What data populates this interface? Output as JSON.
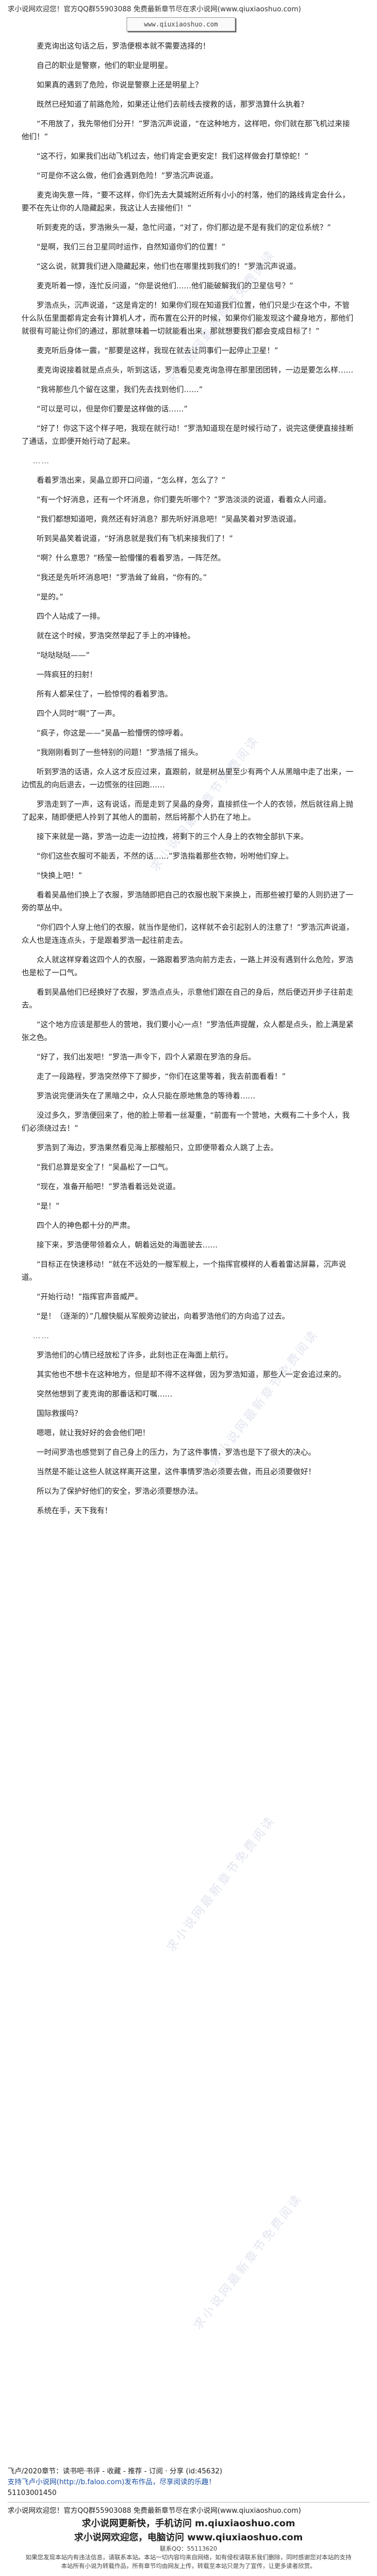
{
  "header": {
    "notice": "求小说网欢迎您！官方QQ群55903088 免费最新章节尽在求小说网(www.qiuxiaoshuo.com)",
    "banner_text": "www.qiuxiaoshuo.com"
  },
  "watermark": {
    "text": "求小说网最新章节免费阅读"
  },
  "paragraphs": [
    "麦克询出这句话之后，罗浩便根本就不需要选择的！",
    "自己的职业是警察，他们的职业是明星。",
    "如果真的遇到了危险，你说是警察上还是明星上？",
    "既然已经知道了前路危险，如果还让他们去前线去搜救的话，那罗浩算什么执着？",
    "“不用放了，我先带他们分开！”罗浩沉声说道，“在这种地方，这样吧，你们就在那飞机过来接他们！”",
    "“这不行，如果我们出动飞机过去，他们肯定会更安定！我们这样做会打草惊蛇！”",
    "“可是你不这么做，他们会遇到危险！”罗浩沉声说道。",
    "麦克询失意一阵，“要不这样，你们先去大莫城附近所有小小的村落，他们的路线肯定会什么，要不在先让你的人隐藏起来，我这让人去接他们！”",
    "听到麦克的话，罗浩揪头一凝，急忙问道，“对了，你们那边是不是有我们的定位系统？”",
    "“是啊，我们三台卫星同时运作，自然知道你们的位置！”",
    "“这么说，就算我们进入隐藏起来，他们也在哪里找到我们的！”罗浩沉声说道。",
    "麦克听着一惊，连忙反问道，“你是说他们……他们能破解我们的卫星信号？”",
    "罗浩点头，沉声说道，“这是肯定的！如果你们现在知道我们位置，他们只是少在这个中，不管什么队伍里面都肯定会有计算机人才，而布置在公开的时候，如果你们能发现这个藏身地方，那他们就很有可能让你们的通过，那就意味着一切就能看出来，那就想要我们都会变成目标了！”",
    "麦克听后身体一震，“那要是这样，我现在就去让同事们一起停止卫星！”",
    "麦克询说接着就是点点头，听到这话，罗浩看见麦克询急得在那里团团转，一边是要怎么样……",
    "“我将那些几个留在这里，我们先去找到他们……”",
    "“可以是可以，但是你们要是这样做的话……”",
    "“好了！你这下这个样子吧，我现在就行动！”罗浩知道现在是时候行动了，说完这便便直接挂断了通话，立即便开始行动了起来。",
    "……",
    "看着罗浩出来，吴晶立即开口问道，“怎么样，怎么了？”",
    "“有一个好消息，还有一个坏消息，你们要先听哪个？”罗浩淡淡的说道，看着众人问道。",
    "“我们都想知道吧，竟然还有好消息？那先听好消息吧！”吴晶笑着对罗浩说道。",
    "听到吴晶笑着说道，“好消息就是我们有飞机来接我们了！”",
    "“啊？什么意思？”杨莹一脸懵懂的看着罗浩，一阵茫然。",
    "“我还是先听坏消息吧！”罗浩耸了耸肩，“你有的。”",
    "“是的。”",
    "四个人站成了一排。",
    "就在这个时候，罗浩突然举起了手上的冲锋枪。",
    "“哒哒哒哒——”",
    "一阵疯狂的扫射！",
    "所有人都呆住了，一脸惊愕的看着罗浩。",
    "四个人同时“啊”了一声。",
    "“疯子，你这是——”吴晶一脸懵愣的惊呼着。",
    "“我刚刚看到了一些特别的问题！”罗浩摇了摇头。",
    "听到罗浩的话语，众人这才反应过来，直跟前，就是树丛里至少有两个人从黑暗中走了出来，一边慌乱的向后退去，一边慌张的往回跑……",
    "罗浩走到了一声，这有说话，而是走到了吴晶的身旁，直接抓住一个人的衣领，然后就往肩上抛了起来，随即便把人拎到了其他人的面前，然后将那个人扔在了地上。",
    "接下来就是一路，罗浩一边走一边拉拽，将剩下的三个人身上的衣物全部扒下来。",
    "“你们这些衣服可不能丢，不然的话……”罗浩指着那些衣物，吩咐他们穿上。",
    "“快换上吧！”",
    "看着吴晶他们换上了衣服，罗浩随即把自己的衣服也脱下来换上，而那些被打晕的人则扔进了一旁的草丛中。",
    "“你们四个人穿上他们的衣服，就当作是他们，这样就不会引起别人的注意了！”罗浩沉声说道，众人也是连连点头，于是跟着罗浩一起往前走去。",
    "众人就这样穿着这四个人的衣服，一路跟着罗浩向前方走去，一路上并没有遇到什么危险，罗浩也是松了一口气。",
    "看到吴晶他们已经换好了衣服，罗浩点点头，示意他们跟在自己的身后，然后便迈开步子往前走去。",
    "“这个地方应该是那些人的营地，我们要小心一点！”罗浩低声提醒，众人都是点头，脸上满是紧张之色。",
    "“好了，我们出发吧！”罗浩一声令下，四个人紧跟在罗浩的身后。",
    "走了一段路程，罗浩突然停下了脚步，“你们在这里等着，我去前面看看！”",
    "罗浩说完便消失在了黑暗之中，众人只能在原地焦急的等待着……",
    "没过多久，罗浩便回来了，他的脸上带着一丝凝重，“前面有一个营地，大概有二十多个人，我们必须绕过去！”",
    "罗浩到了海边，罗浩果然看见海上那艘船只，立即便带着众人跳了上去。",
    "“我们总算是安全了！”吴晶松了一口气。",
    "“现在，准备开船吧！”罗浩看着远处说道。",
    "“是！”",
    "四个人的神色都十分的严肃。",
    "接下来，罗浩便带领着众人，朝着远处的海面驶去……",
    "“目标正在快速移动！”就在不远处的一艘军舰上，一个指挥官模样的人看着雷达屏幕，沉声说道。",
    "“开始行动！”指挥官声音威严。",
    "“是！（逐渐的）”几艘快艇从军舰旁边驶出，向着罗浩他们的方向追了过去。",
    "……",
    "罗浩他们的心情已经放松了许多，此刻也正在海面上航行。",
    "其实他也不想卡在这种地方，但是却不得不这样做，因为罗浩知道，那些人一定会追过来的。",
    "突然他想到了麦克询的那番话和叮嘱……",
    "国际救援吗？",
    "嗯嗯，就让我好好的会会他们吧！",
    "一时间罗浩也感觉到了自己身上的压力，为了这件事情，罗浩也是下了很大的决心。",
    "当然是不能让这些人就这样离开这里，这件事情罗浩必须要去做，而且必须要做好！",
    "所以为了保护好他们的安全，罗浩必须要想办法。",
    "系统在手，天下我有！"
  ],
  "footer": {
    "related": "飞卢/2020章节：读书吧·书评 - 收藏 - 推荐 - 订阅 · 分享 (id:45632)",
    "support": "支持飞卢小说网(http://b.faloo.com)发布作品，尽享阅读的乐趣！",
    "code": "51103001450",
    "notice2": "求小说网欢迎您！官方QQ群55903088 免费最新章节尽在求小说网(www.qiuxiaoshuo.com)",
    "slogan1": "求小说网更新快，手机访问 m.qiuxiaoshuo.com",
    "slogan2": "求小说网欢迎您，电脑访问 www.qiuxiaoshuo.com",
    "contact": "联系QQ：55113620",
    "report": "如果您发现本站内有违法信息，请联系本站。本站一切内容均来自网络，如有侵权请联系我们删除，同时感谢您对本站的支持",
    "footer_line": "本站所有小说为转载作品，所有章节均由网友上传，转载至本站只是为了宣传，让更多读者欣赏。"
  }
}
